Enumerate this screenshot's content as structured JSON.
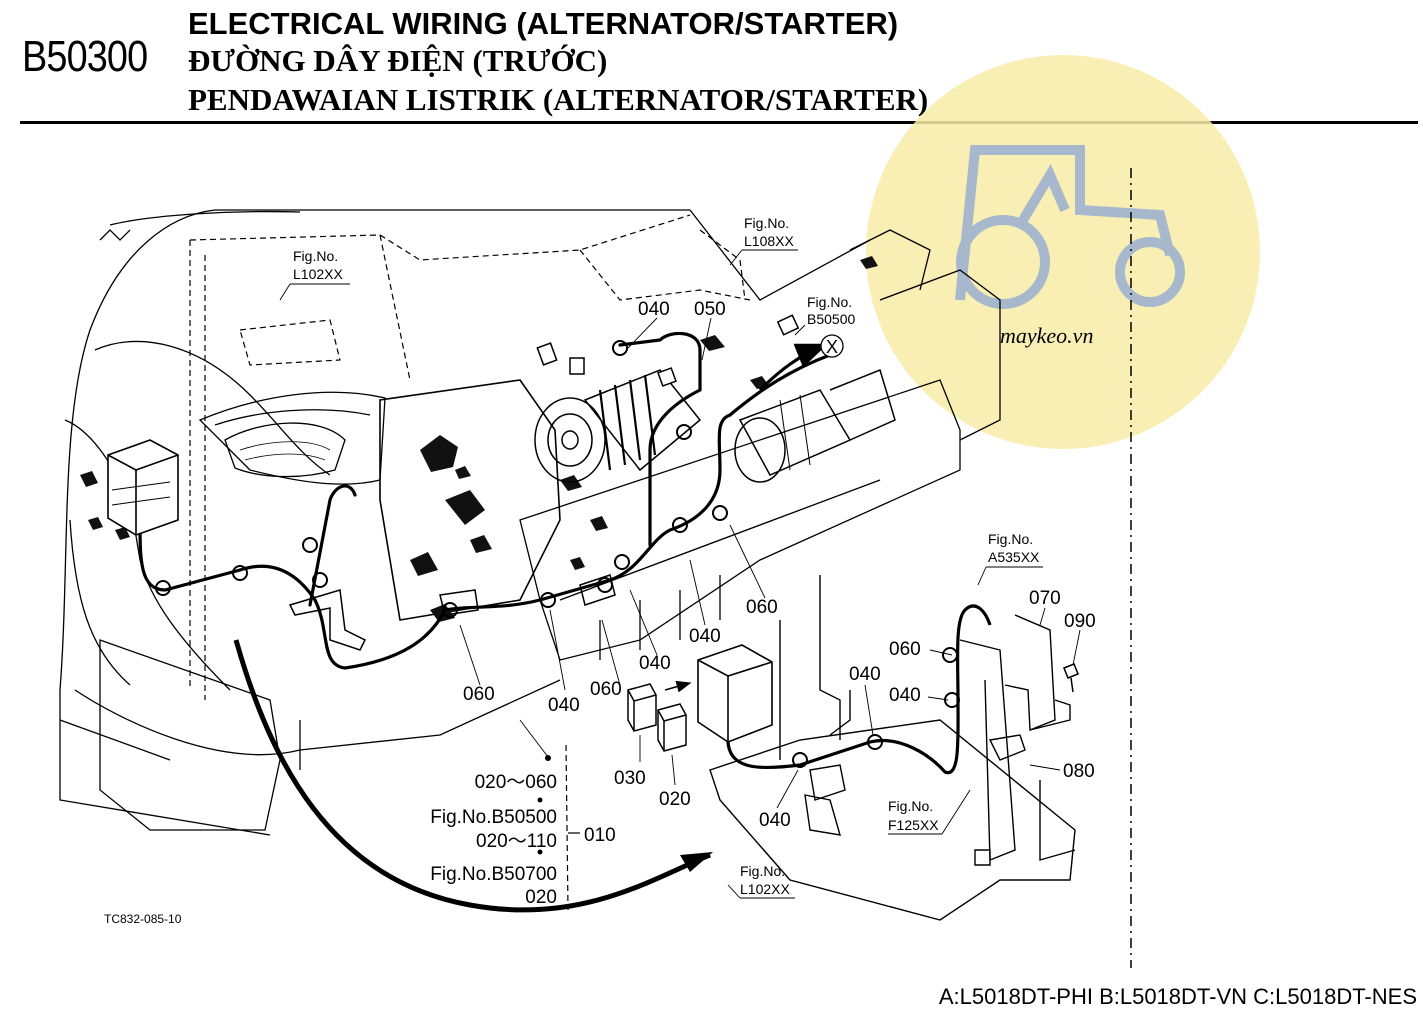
{
  "header": {
    "code": "B50300",
    "title_en": "ELECTRICAL WIRING (ALTERNATOR/STARTER)",
    "title_vi": "ĐƯỜNG DÂY ĐIỆN (TRƯỚC)",
    "title_id": "PENDAWAIAN LISTRIK (ALTERNATOR/STARTER)"
  },
  "refs": {
    "l102_top": {
      "label": "Fig.No.",
      "value": "L102XX"
    },
    "l108": {
      "label": "Fig.No.",
      "value": "L108XX"
    },
    "b50500": {
      "label": "Fig.No.",
      "value": "B50500"
    },
    "a535": {
      "label": "Fig.No.",
      "value": "A535XX"
    },
    "f125": {
      "label": "Fig.No.",
      "value": "F125XX"
    },
    "l102_bottom": {
      "label": "Fig.No.",
      "value": "L102XX"
    }
  },
  "marker_x": "X",
  "parts": {
    "p040_a": "040",
    "p050": "050",
    "p060_a": "060",
    "p040_b": "040",
    "p040_c": "040",
    "p060_b": "060",
    "p060_c": "060",
    "p040_d": "040",
    "p070": "070",
    "p090": "090",
    "p060_d": "060",
    "p040_e": "040",
    "p040_f": "040",
    "p080": "080",
    "p030": "030",
    "p020": "020",
    "p040_g": "040"
  },
  "legend": {
    "range1": "020～060",
    "fig1": "Fig.No.B50500",
    "range2": "020～110",
    "fig2": "Fig.No.B50700",
    "item2": "020",
    "assembly": "010"
  },
  "drawing_code": "TC832-085-10",
  "watermark": "maykeo.vn",
  "footer": "A:L5018DT-PHI B:L5018DT-VN C:L5018DT-NES",
  "colors": {
    "watermark_fill": "#f8eca8",
    "watermark_icon": "#9fb3cf",
    "ink": "#000000"
  }
}
